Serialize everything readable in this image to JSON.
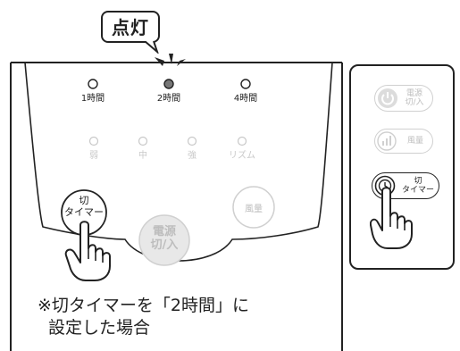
{
  "callout": {
    "text": "点灯"
  },
  "indicators": {
    "time": [
      {
        "label": "1時間",
        "lit": false
      },
      {
        "label": "2時間",
        "lit": true
      },
      {
        "label": "4時間",
        "lit": false
      }
    ],
    "fan": [
      {
        "label": "弱"
      },
      {
        "label": "中"
      },
      {
        "label": "強"
      },
      {
        "label": "リズム"
      }
    ]
  },
  "buttons": {
    "timer": {
      "line1": "切",
      "line2": "タイマー"
    },
    "power": {
      "line1": "電源",
      "line2": "切/入"
    },
    "fan": {
      "label": "風量"
    }
  },
  "remote": {
    "power": {
      "line1": "電源",
      "line2": "切/入"
    },
    "fan": {
      "label": "風量"
    },
    "timer": {
      "line1": "切",
      "line2": "タイマー"
    }
  },
  "caption": {
    "line1": "※切タイマーを「2時間」に",
    "line2": "設定した場合"
  },
  "colors": {
    "ink": "#222222",
    "lit_led": "#777777",
    "faint": "#c8c8c8"
  }
}
